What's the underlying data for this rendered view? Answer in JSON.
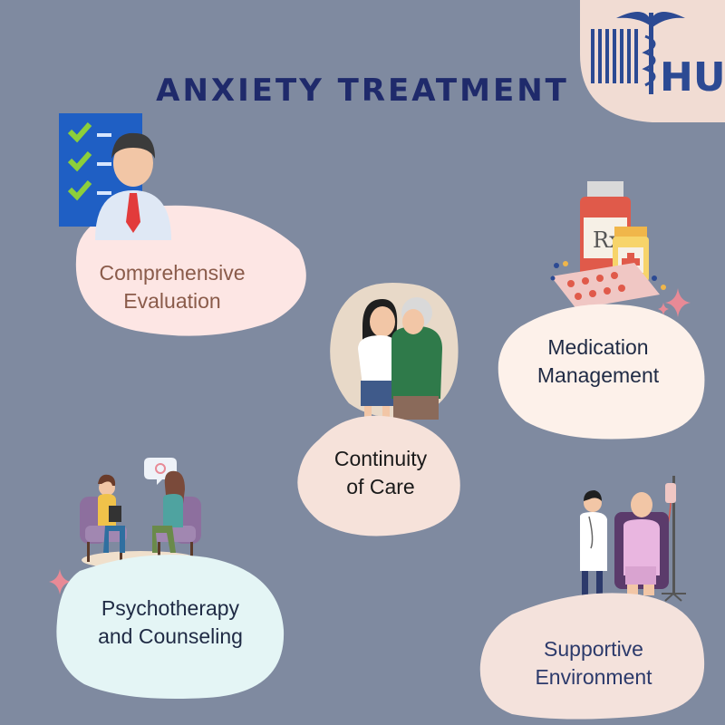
{
  "title": "ANXIETY TREATMENT",
  "logo": {
    "letters": "HU"
  },
  "colors": {
    "background": "#7f8aa0",
    "title": "#1f2a6b",
    "logo_bg": "#f1dcd3",
    "logo_fg": "#2c4a93"
  },
  "items": [
    {
      "id": "evaluation",
      "line1": "Comprehensive",
      "line2": "Evaluation",
      "blob_color": "#fde6e4",
      "text_color": "#8a5b4a",
      "icon": "checklist-person-icon"
    },
    {
      "id": "continuity",
      "line1": "Continuity",
      "line2": "of Care",
      "blob_color": "#f6e2da",
      "text_color": "#1a1a1a",
      "icon": "caregiver-hug-icon"
    },
    {
      "id": "medication",
      "line1": "Medication",
      "line2": "Management",
      "blob_color": "#fdf1ea",
      "text_color": "#1f2a44",
      "icon": "pill-bottles-icon"
    },
    {
      "id": "psychotherapy",
      "line1": "Psychotherapy",
      "line2": "and Counseling",
      "blob_color": "#e4f5f5",
      "text_color": "#1f2a44",
      "icon": "therapy-session-icon"
    },
    {
      "id": "supportive",
      "line1": "Supportive",
      "line2": "Environment",
      "blob_color": "#f4e2dc",
      "text_color": "#2c3a6b",
      "icon": "hospital-care-icon"
    }
  ]
}
